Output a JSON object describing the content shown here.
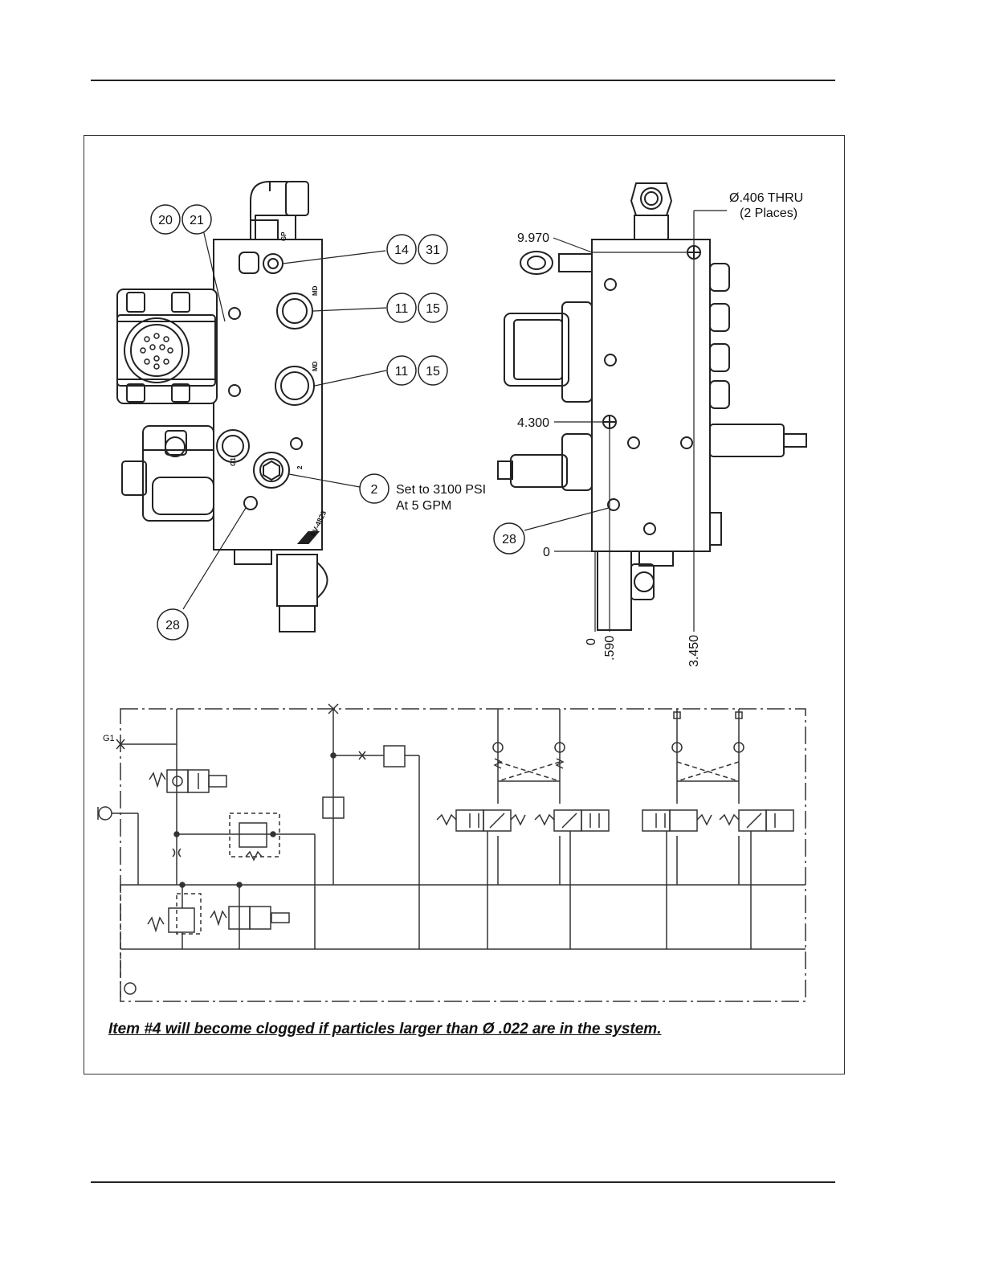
{
  "front_view": {
    "callouts": {
      "c20": "20",
      "c21": "21",
      "c14": "14",
      "c31": "31",
      "c11a": "11",
      "c15a": "15",
      "c11b": "11",
      "c15b": "15",
      "c2": "2",
      "c28": "28"
    },
    "note_line1": "Set to 3100 PSI",
    "note_line2": "At 5 GPM",
    "port_labels": {
      "gp": "GP",
      "md1": "MD",
      "md2": "MD",
      "g1": "G1",
      "p2": "2",
      "part_number": "FV-4823"
    }
  },
  "side_view": {
    "hole_note_line1": "Ø.406 THRU",
    "hole_note_line2": "(2 Places)",
    "dim_top": "9.970",
    "dim_mid": "4.300",
    "dim_zero": "0",
    "dim_x0": "0",
    "dim_x1": ".590",
    "dim_x2": "3.450",
    "callout_28": "28"
  },
  "schematic": {
    "port_g1": "G1"
  },
  "caption": "Item #4 will become clogged if particles larger than Ø .022 are in the system."
}
